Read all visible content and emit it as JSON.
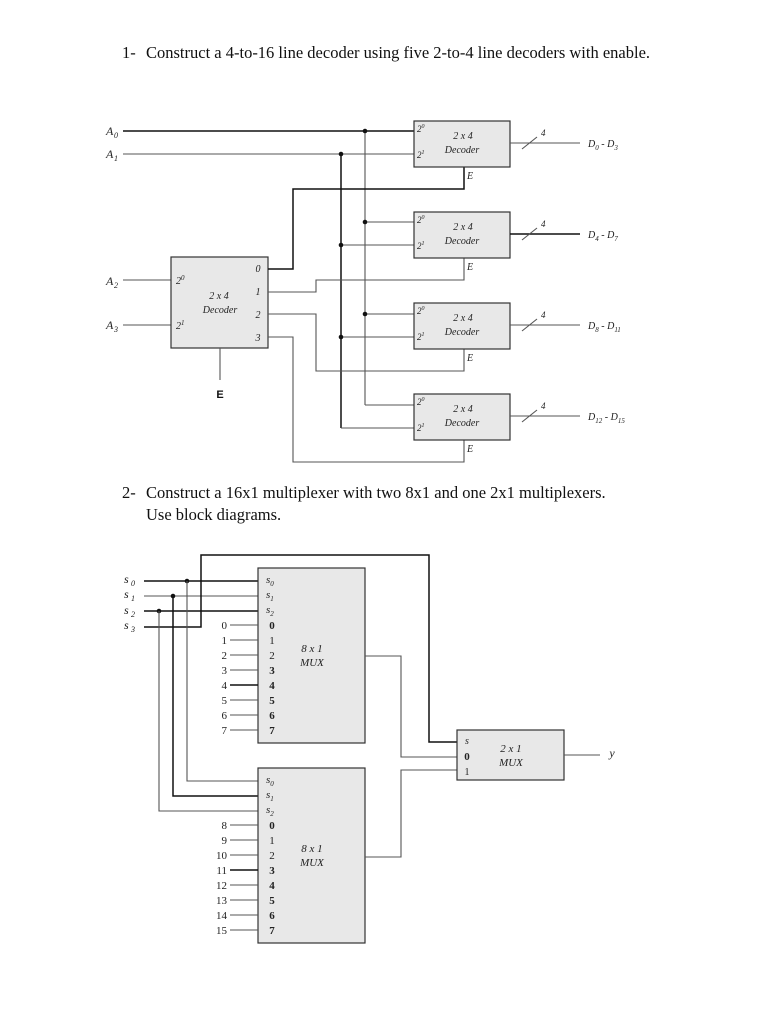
{
  "questions": [
    {
      "number": "1-",
      "text": "Construct a 4-to-16 line decoder using five 2-to-4 line decoders with enable."
    },
    {
      "number": "2-",
      "text_line1": "Construct a 16x1 multiplexer with two 8x1 and one 2x1 multiplexers.",
      "text_line2": "Use block diagrams."
    }
  ],
  "decoder_diagram": {
    "inputs": [
      "A",
      "A",
      "A",
      "A"
    ],
    "input_subscripts": [
      "0",
      "1",
      "2",
      "3"
    ],
    "block_title": "2 x 4",
    "block_subtitle": "Decoder",
    "input_pin_base": "2",
    "input_pin_exps": [
      "0",
      "1"
    ],
    "enable_label": "E",
    "main_enable_label": "E",
    "main_outputs": [
      "0",
      "1",
      "2",
      "3"
    ],
    "bus_width": "4",
    "outputs": [
      {
        "from": "D",
        "from_sub": "0",
        "to": "D",
        "to_sub": "3"
      },
      {
        "from": "D",
        "from_sub": "4",
        "to": "D",
        "to_sub": "7"
      },
      {
        "from": "D",
        "from_sub": "8",
        "to": "D",
        "to_sub": "11"
      },
      {
        "from": "D",
        "from_sub": "12",
        "to": "D",
        "to_sub": "15"
      }
    ]
  },
  "mux_diagram": {
    "selects": [
      "s",
      "s",
      "s",
      "s"
    ],
    "select_subs": [
      "0",
      "1",
      "2",
      "3"
    ],
    "mux8_title": "8 x 1",
    "mux8_subtitle": "MUX",
    "mux8_pins": [
      "0",
      "1",
      "2",
      "3",
      "4",
      "5",
      "6",
      "7"
    ],
    "upper_inputs": [
      "0",
      "1",
      "2",
      "3",
      "4",
      "5",
      "6",
      "7"
    ],
    "lower_inputs": [
      "8",
      "9",
      "10",
      "11",
      "12",
      "13",
      "14",
      "15"
    ],
    "mux2_title": "2 x 1",
    "mux2_subtitle": "MUX",
    "mux2_pins": [
      "s",
      "0",
      "1"
    ],
    "output_label": "y"
  }
}
